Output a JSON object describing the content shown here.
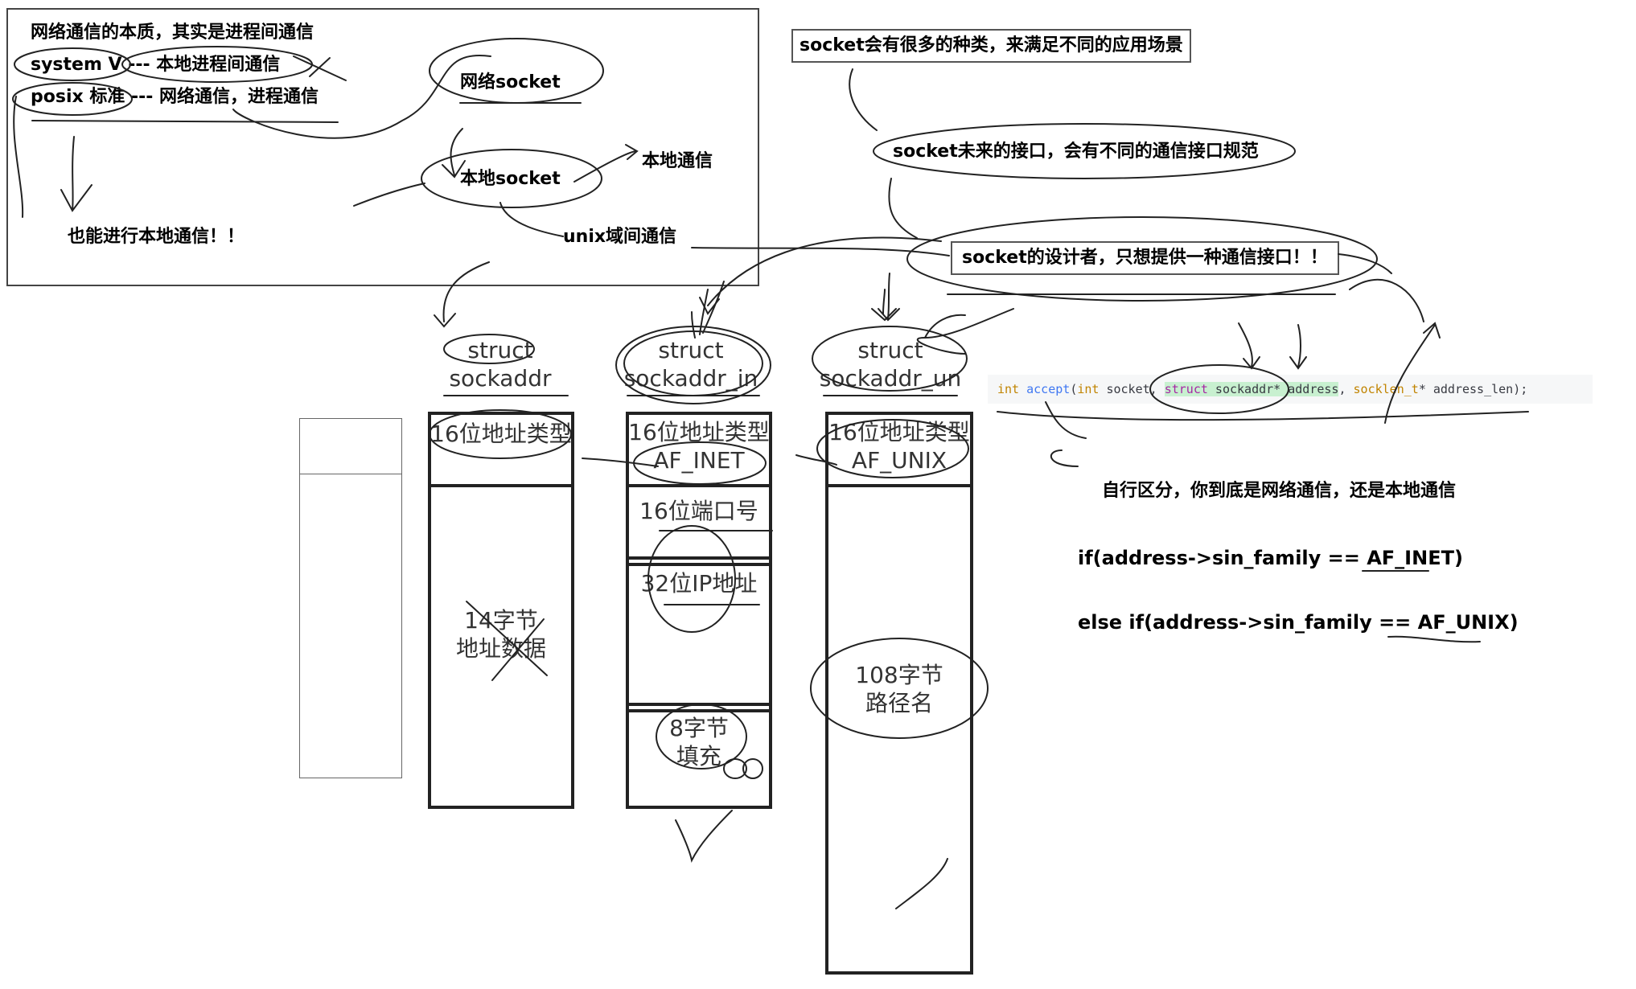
{
  "top_left_box": {
    "line1": "网络通信的本质，其实是进程间通信",
    "line2": "system V --- 本地进程间通信",
    "line3": "posix 标准 --- 网络通信，进程通信",
    "net_socket": "网络socket",
    "local_socket": "本地socket",
    "local_comm": "本地通信",
    "unix_domain": "unix域间通信",
    "also_local": "也能进行本地通信！！"
  },
  "right_notes": {
    "kinds": "socket会有很多的种类，来满足不同的应用场景",
    "future_api": "socket未来的接口，会有不同的通信接口规范",
    "designer": "socket的设计者，只想提供一种通信接口！！",
    "distinguish": "自行区分，你到底是网络通信，还是本地通信",
    "if_inet": "if(address->sin_family  == AF_INET)",
    "else_if_unix": "else if(address->sin_family  == AF_UNIX)"
  },
  "code": {
    "kw_int": "int",
    "fn_accept": "accept",
    "open_paren": "(",
    "kw_int2": "int",
    "socket_param": " socket, ",
    "kw_struct": "struct",
    "sockaddr_ptr": " sockaddr* ",
    "address": "address",
    "comma": ", ",
    "socklen_t": "socklen_t",
    "rest": "* address_len);",
    "colors": {
      "keyword": "#c18401",
      "function": "#4078f2",
      "struct": "#a626a4",
      "highlight": "#c8f0d0",
      "text": "#383a42"
    }
  },
  "structs": {
    "sockaddr": {
      "title1": "struct",
      "title2": "sockaddr",
      "field1": "16位地址类型",
      "field2_l1": "14字节",
      "field2_l2": "地址数据"
    },
    "sockaddr_in": {
      "title1": "struct",
      "title2": "sockaddr_in",
      "field1_l1": "16位地址类型",
      "field1_l2": "AF_INET",
      "field2": "16位端口号",
      "field3": "32位IP地址",
      "field4_l1": "8字节",
      "field4_l2": "填充"
    },
    "sockaddr_un": {
      "title1": "struct",
      "title2": "sockaddr_un",
      "field1_l1": "16位地址类型",
      "field1_l2": "AF_UNIX",
      "field2_l1": "108字节",
      "field2_l2": "路径名"
    }
  }
}
